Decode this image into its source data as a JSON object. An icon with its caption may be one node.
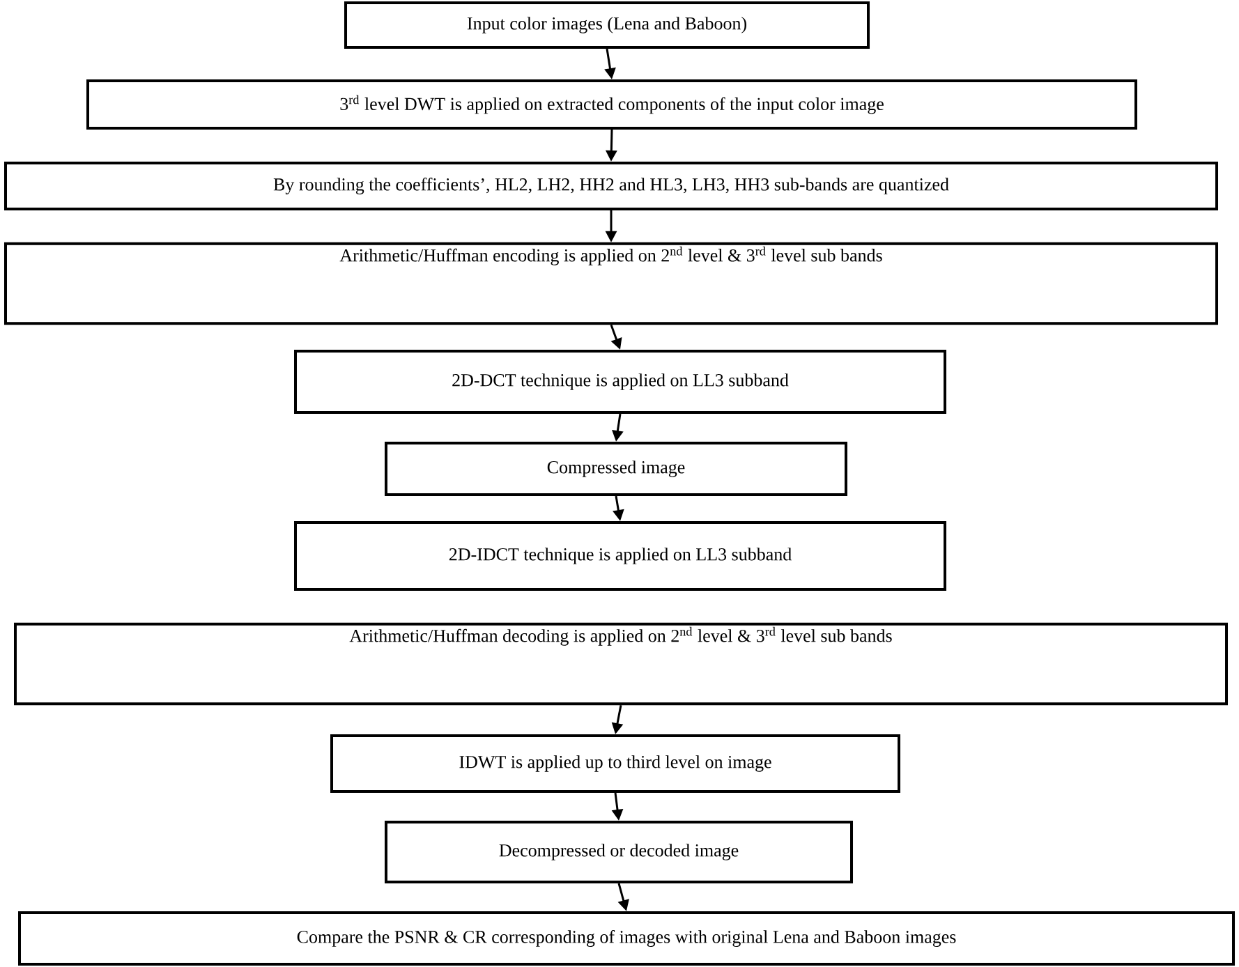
{
  "diagram": {
    "nodes": [
      {
        "text": [
          "Input color images (Lena and Baboon)"
        ]
      },
      {
        "text": [
          "3$^{rd}$ level DWT is applied on extracted components of the input color image"
        ]
      },
      {
        "text": [
          "By rounding the coefficients’, HL2, LH2, HH2 and HL3, LH3, HH3 sub-bands are quantized"
        ]
      },
      {
        "text": [
          "Arithmetic/Huffman encoding is applied on 2$^{nd}$ level & 3$^{rd}$ level sub bands"
        ]
      },
      {
        "text": [
          "2D-DCT technique is applied on LL3 subband"
        ]
      },
      {
        "text": [
          "Compressed image"
        ]
      },
      {
        "text": [
          "2D-IDCT technique is applied on LL3 subband"
        ]
      },
      {
        "text": [
          "Arithmetic/Huffman decoding is applied on 2$^{nd}$ level & 3$^{rd}$ level sub bands"
        ]
      },
      {
        "text": [
          "IDWT is applied up to third level on image"
        ]
      },
      {
        "text": [
          "Decompressed or decoded image"
        ]
      },
      {
        "text": [
          "Compare the PSNR & CR corresponding of images with original Lena and Baboon images"
        ]
      }
    ],
    "edges": [
      {
        "from": 0,
        "to": 1,
        "arrow": "to"
      },
      {
        "from": 1,
        "to": 2,
        "arrow": "to"
      },
      {
        "from": 2,
        "to": 3,
        "arrow": "to"
      },
      {
        "from": 3,
        "to": 4,
        "arrow": "to"
      },
      {
        "from": 4,
        "to": 5,
        "arrow": "to"
      },
      {
        "from": 5,
        "to": 6,
        "arrow": "to"
      },
      {
        "from": 7,
        "to": 8,
        "arrow": "to"
      },
      {
        "from": 8,
        "to": 9,
        "arrow": "to"
      },
      {
        "from": 9,
        "to": 10,
        "arrow": "to"
      }
    ]
  }
}
